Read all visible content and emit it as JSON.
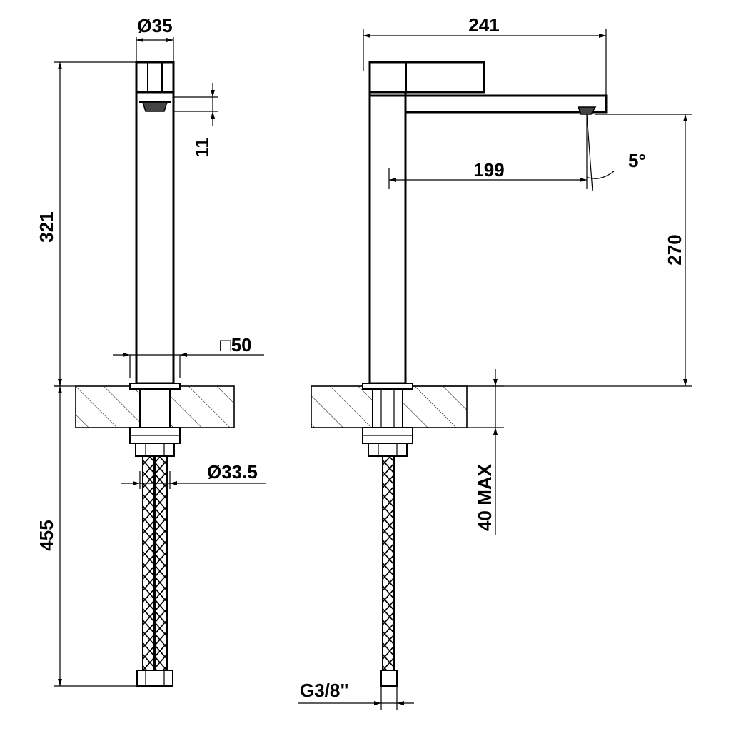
{
  "labels": {
    "stem_diameter": "Ø35",
    "overall_height": "321",
    "outlet_offset": "11",
    "base_square": "□50",
    "fixing_diameter": "Ø33.5",
    "hose_length": "455",
    "spout_reach_total": "241",
    "spout_reach_outlet": "199",
    "outlet_angle": "5°",
    "outlet_height": "270",
    "counter_thickness": "40 MAX",
    "thread": "G3/8\""
  }
}
